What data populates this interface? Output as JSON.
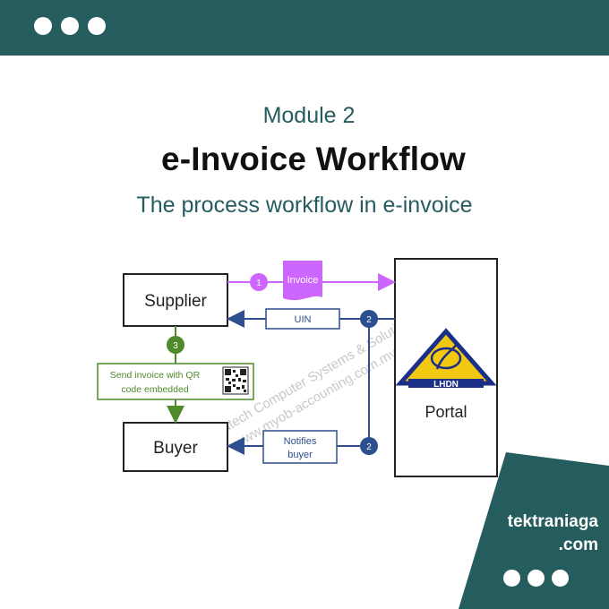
{
  "header": {
    "module": "Module 2",
    "title": "e-Invoice Workflow",
    "subtitle": "The process workflow in e-invoice"
  },
  "diagram": {
    "supplier": "Supplier",
    "buyer": "Buyer",
    "portal": "Portal",
    "lhdn_logo_text": "LHDN",
    "invoice_doc": "Invoice",
    "uin": "UIN",
    "notifies_line1": "Notifies",
    "notifies_line2": "buyer",
    "send_line1": "Send invoice with QR",
    "send_line2": "code embedded",
    "step1": "1",
    "step2a": "2",
    "step2b": "2",
    "step3": "3",
    "watermark_line1": "Deltatech Computer Systems & Solutions",
    "watermark_line2": "www.myob-accounting.com.my"
  },
  "brand": {
    "line1": "tektraniaga",
    "line2": ".com"
  },
  "colors": {
    "teal": "#255c5e",
    "purple": "#cc66ff",
    "navy": "#2e4f8f",
    "green": "#4f8a2b"
  }
}
